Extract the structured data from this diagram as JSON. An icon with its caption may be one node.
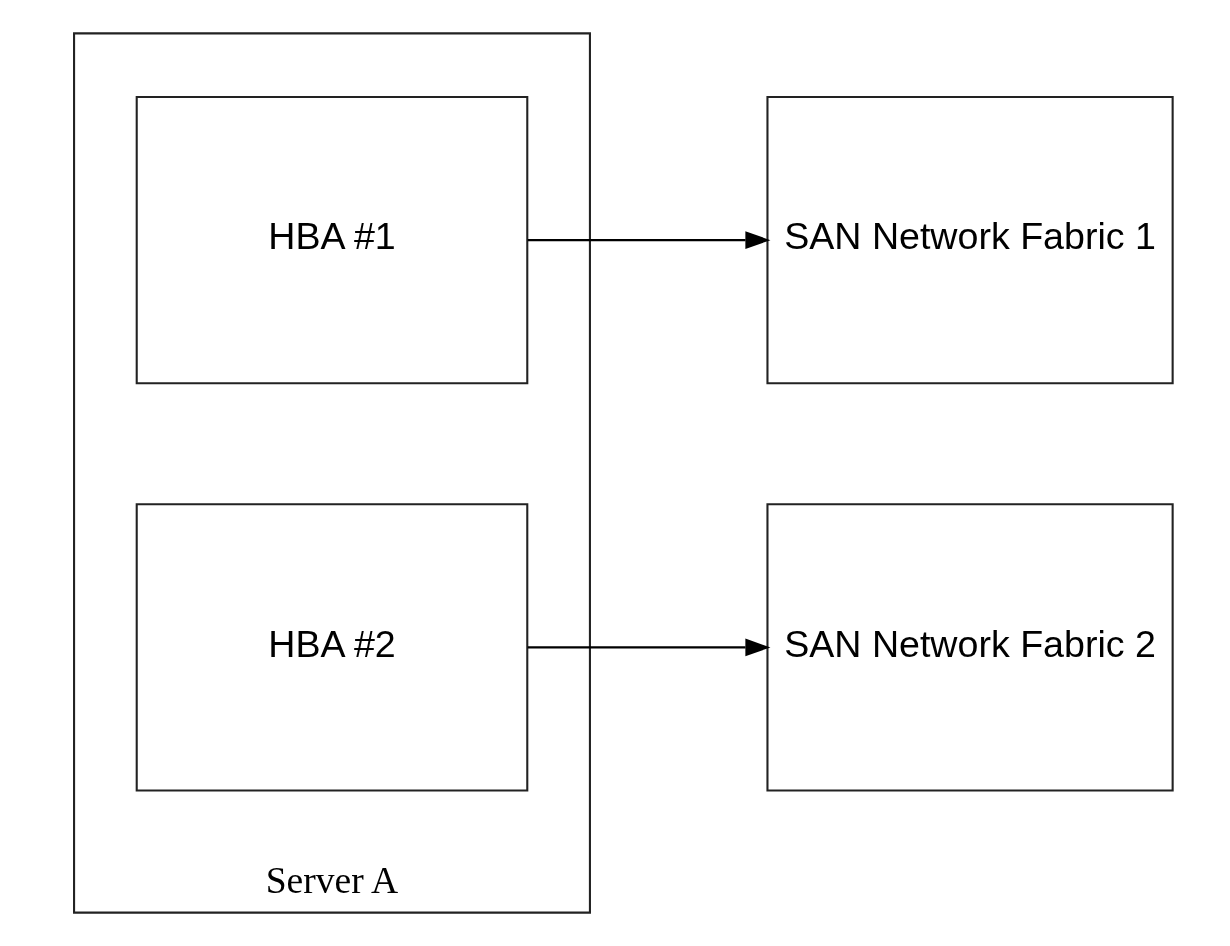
{
  "diagram": {
    "nodes": [
      {
        "text": [
          "Server A"
        ]
      },
      {
        "text": [
          "HBA #1"
        ],
        "in": 0
      },
      {
        "text": [
          "HBA #2"
        ],
        "in": 0
      },
      {
        "text": [
          "SAN Network Fabric 1"
        ]
      },
      {
        "text": [
          "SAN Network Fabric 2"
        ]
      }
    ],
    "edges": [
      {
        "from": 1,
        "to": 3,
        "arrow": "to"
      },
      {
        "from": 2,
        "to": 4,
        "arrow": "to"
      }
    ]
  }
}
